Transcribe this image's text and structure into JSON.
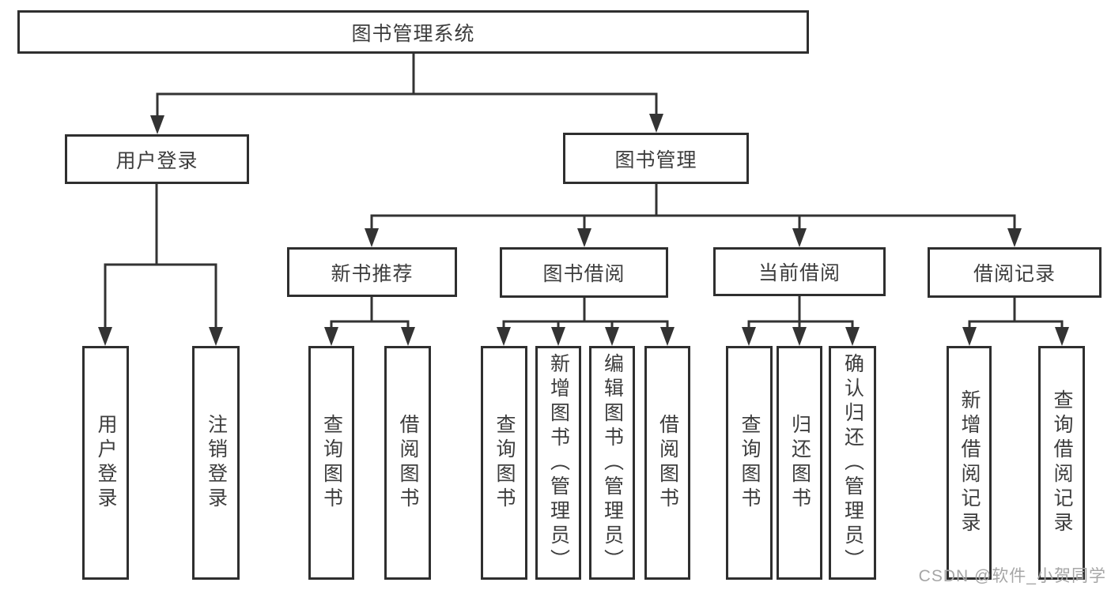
{
  "diagram": {
    "title": "图书管理系统",
    "branches": [
      {
        "label": "用户登录",
        "children": [
          {
            "label": "用户登录"
          },
          {
            "label": "注销登录"
          }
        ]
      },
      {
        "label": "图书管理",
        "children": [
          {
            "label": "新书推荐",
            "children": [
              {
                "label": "查询图书"
              },
              {
                "label": "借阅图书"
              }
            ]
          },
          {
            "label": "图书借阅",
            "children": [
              {
                "label": "查询图书"
              },
              {
                "label": "新增图书（管理员）"
              },
              {
                "label": "编辑图书（管理员）"
              },
              {
                "label": "借阅图书"
              }
            ]
          },
          {
            "label": "当前借阅",
            "children": [
              {
                "label": "查询图书"
              },
              {
                "label": "归还图书"
              },
              {
                "label": "确认归还（管理员）"
              }
            ]
          },
          {
            "label": "借阅记录",
            "children": [
              {
                "label": "新增借阅记录"
              },
              {
                "label": "查询借阅记录"
              }
            ]
          }
        ]
      }
    ]
  },
  "watermark": {
    "text": "CSDN @软件_小贺同学"
  },
  "colors": {
    "line": "#333333",
    "box_border": "#2f2f2f",
    "text": "#3d3d3d",
    "watermark": "#a6a6a6",
    "background": "#ffffff"
  }
}
